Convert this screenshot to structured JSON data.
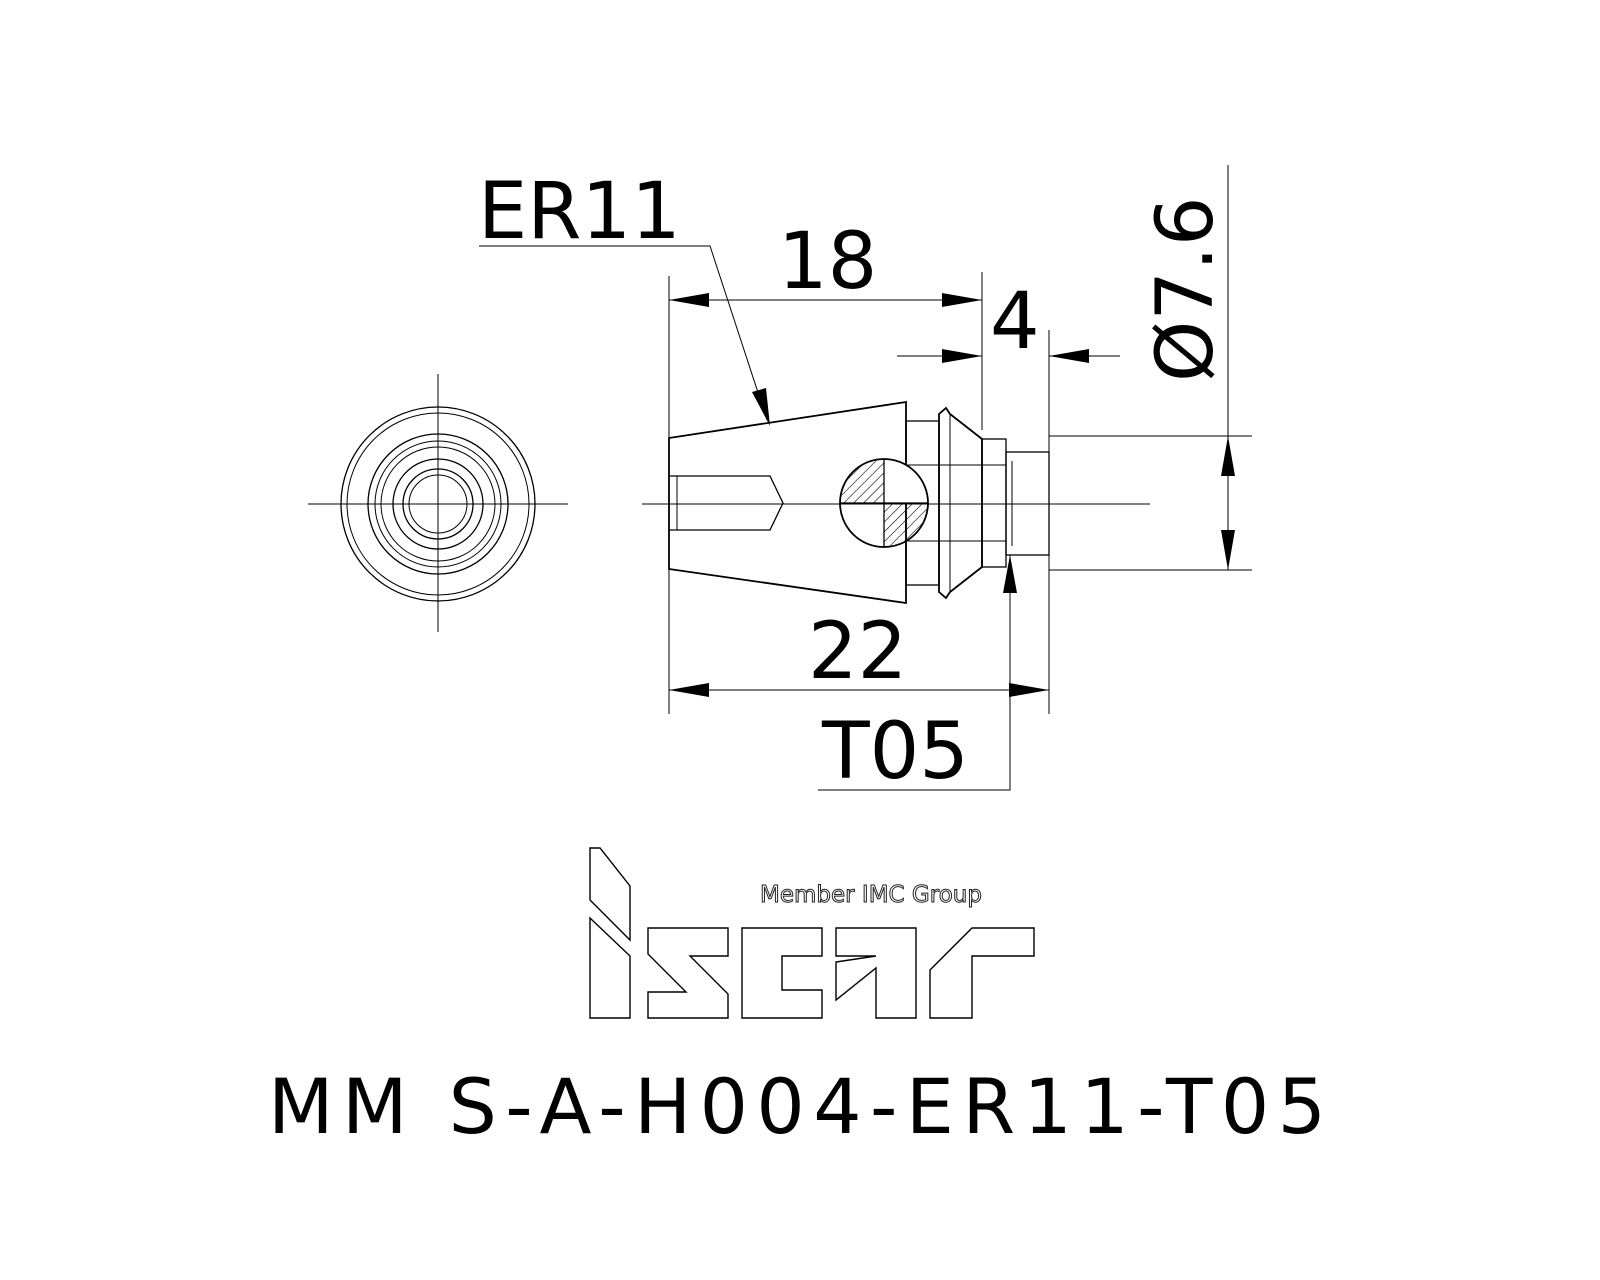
{
  "labels": {
    "collet": "ER11",
    "length_upper": "18",
    "length_short": "4",
    "diameter": "Ø7.6",
    "length_total": "22",
    "thread": "T05"
  },
  "logo": {
    "member_text": "Member IMC Group",
    "brand": "iscar"
  },
  "part_number": "MM S-A-H004-ER11-T05"
}
